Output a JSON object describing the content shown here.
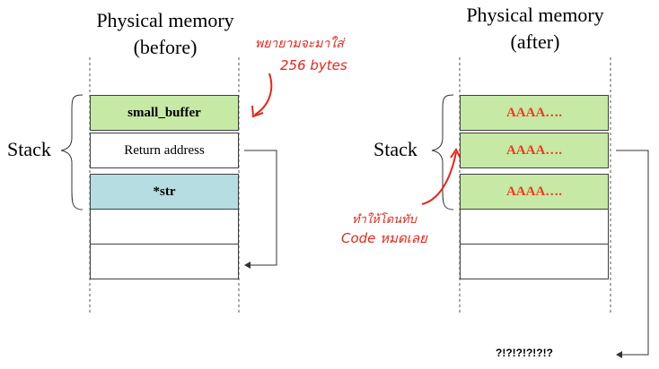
{
  "before": {
    "title_line1": "Physical memory",
    "title_line2": "(before)",
    "stack_label": "Stack",
    "cells": [
      "small_buffer",
      "Return address",
      "*str",
      "",
      ""
    ]
  },
  "after": {
    "title_line1": "Physical memory",
    "title_line2": "(after)",
    "stack_label": "Stack",
    "cells": [
      "AAAA….",
      "AAAA….",
      "AAAA….",
      "",
      ""
    ]
  },
  "annotations": {
    "top_note_line1": "พยายามจะมาใส่",
    "top_note_line2": "256 bytes",
    "mid_note_line1": "ทำให้โดนทับ",
    "mid_note_line2": "Code หมดเลย",
    "question_marks": "?!?!?!?!?!?"
  },
  "colors": {
    "buffer_green": "#c6e9a5",
    "str_blue": "#b6dde1",
    "overflow_red": "#ee3a1e",
    "annotation_red": "#e8261b"
  }
}
